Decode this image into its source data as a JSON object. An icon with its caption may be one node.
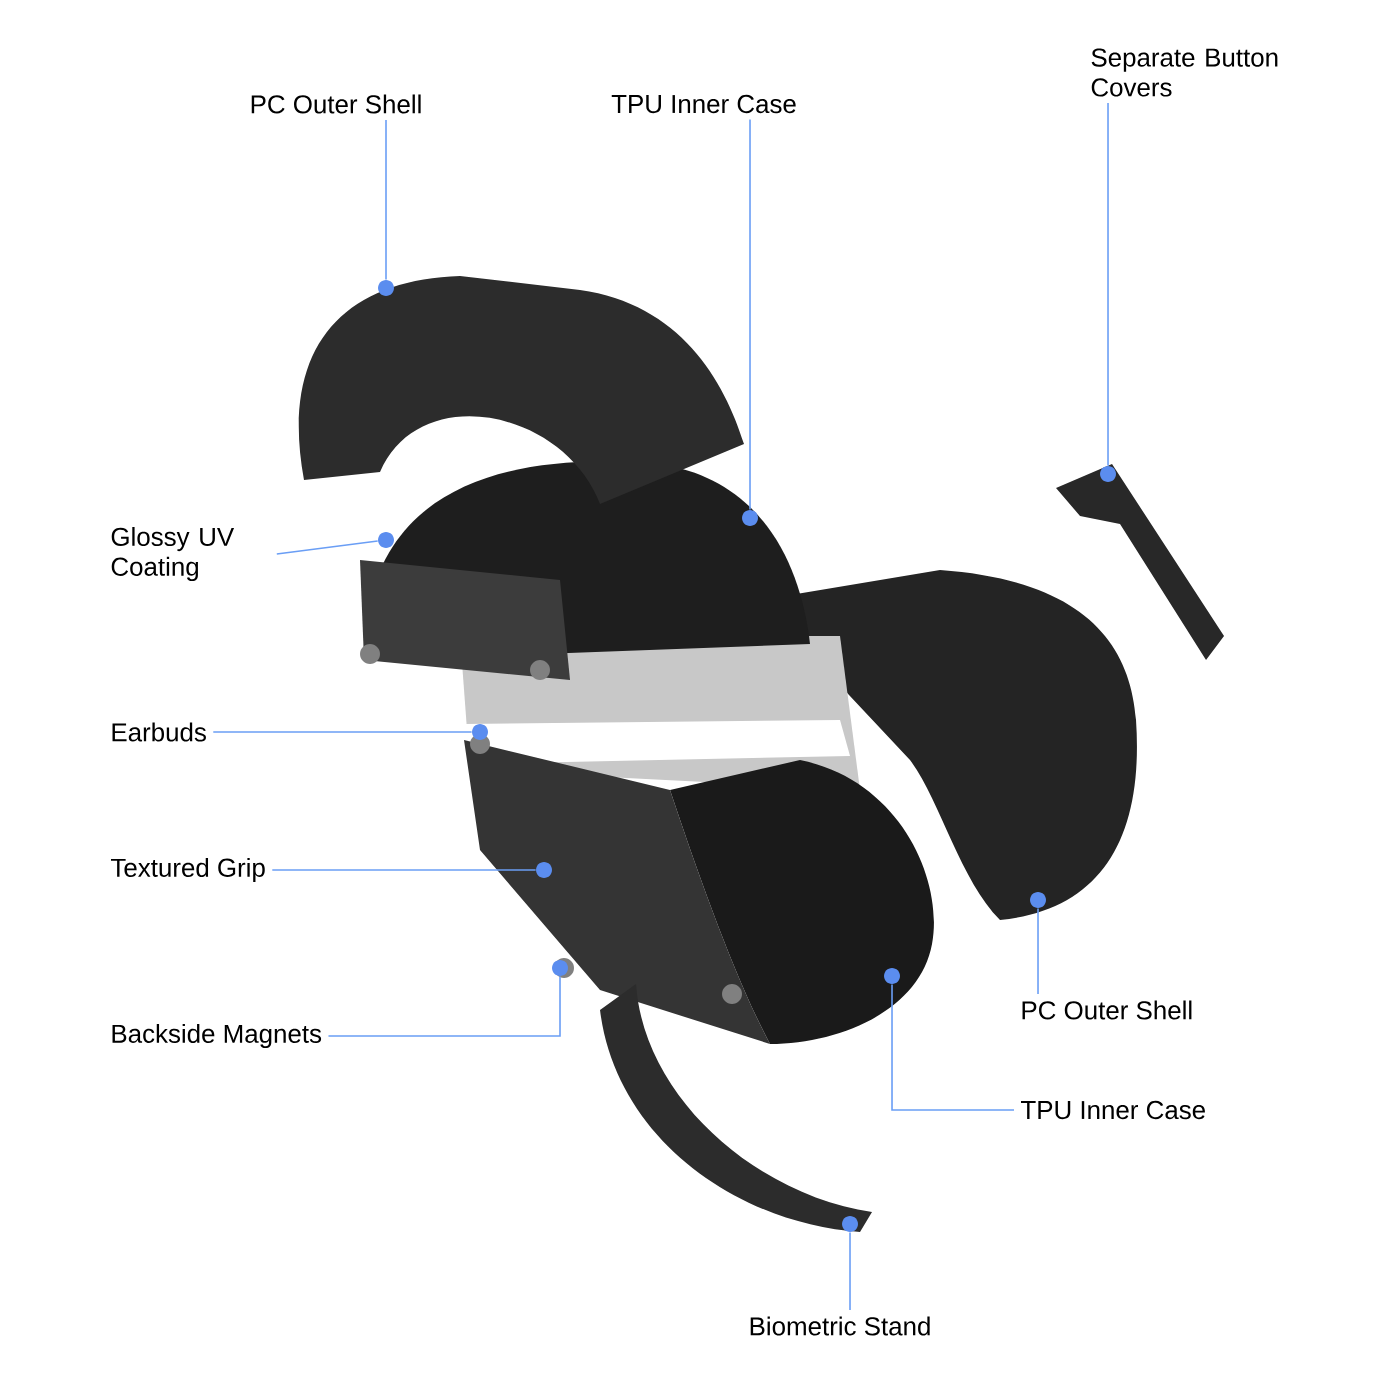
{
  "diagram": {
    "nodes": [
      {
        "text": [
          "PC Outer Shell"
        ]
      },
      {
        "text": [
          "TPU Inner Case"
        ]
      },
      {
        "text": [
          "Separate Button Covers"
        ]
      },
      {
        "text": [
          "Glossy UV Coating"
        ]
      },
      {
        "text": [
          "Earbuds"
        ]
      },
      {
        "text": [
          "Textured Grip"
        ]
      },
      {
        "text": [
          "Backside Magnets"
        ]
      },
      {
        "text": [
          "PC Outer Shell"
        ]
      },
      {
        "text": [
          "TPU Inner Case"
        ]
      },
      {
        "text": [
          "Biometric Stand"
        ]
      },
      {
        "text": [],
        "shape": "circle"
      },
      {
        "text": [],
        "shape": "circle"
      },
      {
        "text": [],
        "shape": "circle"
      },
      {
        "text": [],
        "shape": "circle"
      },
      {
        "text": [],
        "shape": "circle"
      },
      {
        "text": [],
        "shape": "circle"
      },
      {
        "text": [],
        "shape": "circle"
      },
      {
        "text": [],
        "shape": "circle"
      },
      {
        "text": [],
        "shape": "circle"
      },
      {
        "text": [],
        "shape": "circle"
      }
    ],
    "edges": [
      {
        "from": 0,
        "to": 10,
        "arrow": "none"
      },
      {
        "from": 1,
        "to": 11,
        "arrow": "none"
      },
      {
        "from": 2,
        "to": 12,
        "arrow": "none"
      },
      {
        "from": 3,
        "to": 13,
        "arrow": "none"
      },
      {
        "from": 4,
        "to": 14,
        "arrow": "none"
      },
      {
        "from": 5,
        "to": 15,
        "arrow": "none"
      },
      {
        "from": 6,
        "to": 16,
        "arrow": "none"
      },
      {
        "from": 7,
        "to": 17,
        "arrow": "none"
      },
      {
        "from": 8,
        "to": 18,
        "arrow": "none"
      },
      {
        "from": 9,
        "to": 19,
        "arrow": "none"
      }
    ]
  }
}
